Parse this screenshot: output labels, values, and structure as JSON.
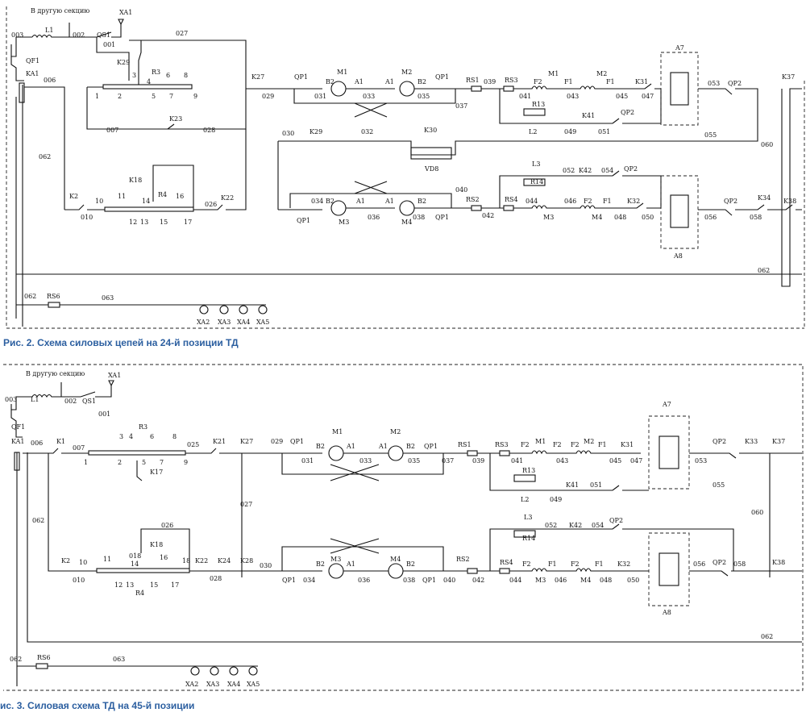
{
  "fig2": {
    "caption": "Рис. 2. Схема силовых цепей на 24-й позиции ТД",
    "labels": {
      "to_section": "В другую секцию",
      "xa1": "XA1",
      "n003": "003",
      "l1": "L1",
      "n002": "002",
      "qs1": "QS1",
      "n001": "001",
      "qf1": "QF1",
      "ka1": "KA1",
      "n006": "006",
      "n027": "027",
      "k29a": "K29",
      "r3": "R3",
      "k27": "K27",
      "n029": "029",
      "qp1a": "QP1",
      "b2a": "B2",
      "m1": "M1",
      "a1a": "A1",
      "a1b": "A1",
      "m2": "M2",
      "b2b": "B2",
      "qp1b": "QP1",
      "n031": "031",
      "n033": "033",
      "n035": "035",
      "n037": "037",
      "rs1": "RS1",
      "n039": "039",
      "rs3": "RS3",
      "f2a": "F2",
      "m1b": "M1",
      "f1a": "F1",
      "m2b": "M2",
      "f1b": "F1",
      "k31": "K31",
      "a7": "A7",
      "n053": "053",
      "qp2a": "QP2",
      "k37": "K37",
      "n041": "041",
      "n043": "043",
      "n045": "045",
      "n047": "047",
      "r13": "R13",
      "k41": "K41",
      "qp2b": "QP2",
      "l2": "L2",
      "n049": "049",
      "n051": "051",
      "n055": "055",
      "n007": "007",
      "k23": "K23",
      "n028": "028",
      "n030": "030",
      "k29b": "K29",
      "n032": "032",
      "k30": "K30",
      "vd8": "VD8",
      "n060": "060",
      "n062a": "062",
      "l3": "L3",
      "n052": "052",
      "k42": "K42",
      "n054": "054",
      "qp2c": "QP2",
      "r14": "R14",
      "k18": "K18",
      "r4": "R4",
      "n040": "040",
      "k2": "K2",
      "n010": "010",
      "n026": "026",
      "k22": "K22",
      "qp1c": "QP1",
      "n034": "034",
      "b2c": "B2",
      "a1c": "A1",
      "a1d": "A1",
      "b2d": "B2",
      "m3": "M3",
      "m4": "M4",
      "n036": "036",
      "n038": "038",
      "qp1d": "QP1",
      "rs2": "RS2",
      "n042": "042",
      "rs4": "RS4",
      "n044": "044",
      "n046": "046",
      "f2b": "F2",
      "f1c": "F1",
      "m3b": "M3",
      "m4b": "M4",
      "n048": "048",
      "k32": "K32",
      "n050": "050",
      "n056": "056",
      "qp2d": "QP2",
      "n058": "058",
      "k34": "K34",
      "k38": "K38",
      "a8": "A8",
      "n062b": "062",
      "n062c": "062",
      "rs6": "RS6",
      "n063": "063",
      "xa2": "XA2",
      "xa3": "XA3",
      "xa4": "XA4",
      "xa5": "XA5",
      "t1": "1",
      "t2": "2",
      "t3": "3",
      "t4": "4",
      "t5": "5",
      "t6": "6",
      "t7": "7",
      "t8": "8",
      "t9": "9",
      "t10": "10",
      "t11": "11",
      "t12": "12",
      "t13": "13",
      "t14": "14",
      "t15": "15",
      "t16": "16",
      "t17": "17"
    }
  },
  "fig3": {
    "caption": "ис. 3. Силовая схема ТД на 45-й позиции",
    "labels": {
      "to_section": "В другую секцию",
      "xa1": "XA1",
      "n003": "003",
      "l1": "L1",
      "n002": "002",
      "qs1": "QS1",
      "n001": "001",
      "qf1": "QF1",
      "ka1": "KA1",
      "n006": "006",
      "k1": "K1",
      "n007": "007",
      "r3": "R3",
      "n025": "025",
      "k21": "K21",
      "k27": "K27",
      "n029": "029",
      "qp1a": "QP1",
      "b2a": "B2",
      "m1": "M1",
      "a1a": "A1",
      "m2": "M2",
      "a1b": "A1",
      "b2b": "B2",
      "qp1b": "QP1",
      "n031": "031",
      "n033": "033",
      "n035": "035",
      "n037": "037",
      "rs1": "RS1",
      "n039": "039",
      "rs3": "RS3",
      "f2a": "F2",
      "m1b": "M1",
      "f2b": "F2",
      "m2b": "M2",
      "f1a": "F1",
      "k31": "K31",
      "a7": "A7",
      "qp2a": "QP2",
      "k33": "K33",
      "k37": "K37",
      "n041": "041",
      "n043": "043",
      "n045": "045",
      "n047": "047",
      "n053": "053",
      "k17": "K17",
      "r13": "R13",
      "k41": "K41",
      "n051": "051",
      "l2": "L2",
      "n049": "049",
      "n055": "055",
      "n027": "027",
      "n060": "060",
      "n062a": "062",
      "l3": "L3",
      "n026": "026",
      "n052": "052",
      "k42": "K42",
      "n054": "054",
      "qp2b": "QP2",
      "r14": "R14",
      "k18": "K18",
      "n018": "018",
      "k2": "K2",
      "n010": "010",
      "k22": "K22",
      "k24": "K24",
      "n028": "028",
      "k28": "K28",
      "n030": "030",
      "b2c": "B2",
      "m3": "M3",
      "a1c": "A1",
      "m4": "M4",
      "b2d": "B2",
      "qp1c": "QP1",
      "n034": "034",
      "n036": "036",
      "n038": "038",
      "qp1d": "QP1",
      "n040": "040",
      "rs2": "RS2",
      "n042": "042",
      "rs4": "RS4",
      "f2c": "F2",
      "f1b": "F1",
      "f2d": "F2",
      "f1c": "F1",
      "k32": "K32",
      "n044": "044",
      "m3b": "M3",
      "n046": "046",
      "m4b": "M4",
      "n048": "048",
      "n050": "050",
      "n056": "056",
      "qp2c": "QP2",
      "n058": "058",
      "k38": "K38",
      "a8": "A8",
      "r4": "R4",
      "n062b": "062",
      "n062c": "062",
      "rs6": "RS6",
      "n063": "063",
      "xa2": "XA2",
      "xa3": "XA3",
      "xa4": "XA4",
      "xa5": "XA5",
      "t1": "1",
      "t2": "2",
      "t3": "3",
      "t4": "4",
      "t5": "5",
      "t6": "6",
      "t7": "7",
      "t8": "8",
      "t9": "9",
      "t10": "10",
      "t11": "11",
      "t12": "12",
      "t13": "13",
      "t14": "14",
      "t15": "15",
      "t16": "16",
      "t17": "17",
      "t18": "18"
    }
  }
}
